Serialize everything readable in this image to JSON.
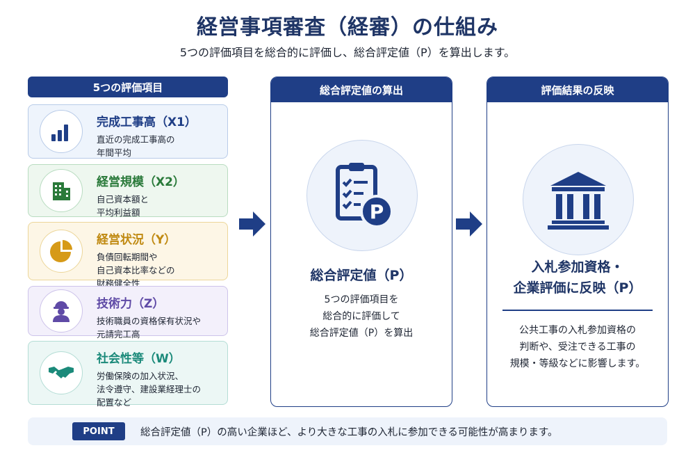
{
  "title": "経営事項審査（経審）の仕組み",
  "subtitle": "5つの評価項目を総合的に評価し、総合評定値（P）を算出します。",
  "left": {
    "header": "5つの評価項目",
    "items": [
      {
        "name": "完成工事高（X1）",
        "desc": [
          "直近の完成工事高の",
          "年間平均"
        ],
        "icon": "bar-chart-icon",
        "color": "#1f3e86"
      },
      {
        "name": "経営規模（X2）",
        "desc": [
          "自己資本額と",
          "平均利益額"
        ],
        "icon": "building-icon",
        "color": "#2a7a3a"
      },
      {
        "name": "経営状況（Y）",
        "desc": [
          "負債回転期間や",
          "自己資本比率などの",
          "財務健全性"
        ],
        "icon": "pie-chart-icon",
        "color": "#c08a12"
      },
      {
        "name": "技術力（Z）",
        "desc": [
          "技術職員の資格保有状況や",
          "元請完工高"
        ],
        "icon": "worker-icon",
        "color": "#5f4aa6"
      },
      {
        "name": "社会性等（W）",
        "desc": [
          "労働保険の加入状況、",
          "法令遵守、建設業経理士の",
          "配置など"
        ],
        "icon": "handshake-icon",
        "color": "#1b8a7a"
      }
    ]
  },
  "middle": {
    "header": "総合評定値の算出",
    "heading": "総合評定値（P）",
    "lines": [
      "5つの評価項目を",
      "総合的に評価して",
      "総合評定値（P）を算出"
    ],
    "icon": "clipboard-p-icon",
    "icon_letter": "P"
  },
  "right": {
    "header": "評価結果の反映",
    "heading_lines": [
      "入札参加資格・",
      "企業評価に反映（P）"
    ],
    "lines": [
      "公共工事の入札参加資格の",
      "判断や、受注できる工事の",
      "規模・等級などに影響します。"
    ],
    "icon": "institution-icon"
  },
  "point": {
    "badge": "POINT",
    "text": "総合評定値（P）の高い企業ほど、より大きな工事の入札に参加できる可能性が高まります。"
  },
  "colors": {
    "navy": "#1f3e86",
    "green": "#2a7a3a",
    "gold": "#c08a12",
    "purple": "#5f4aa6",
    "teal": "#1b8a7a"
  }
}
